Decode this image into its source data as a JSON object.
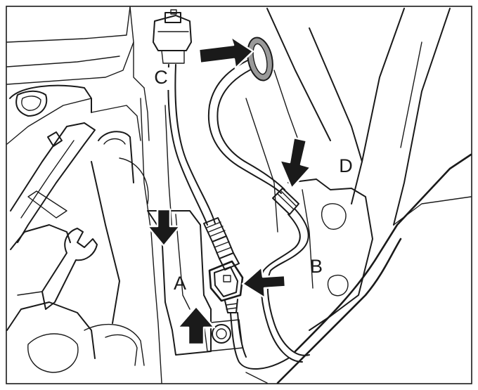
{
  "figure": {
    "callouts": {
      "a": "A",
      "b": "B",
      "c": "C",
      "d": "D"
    },
    "colors": {
      "line": "#1a1a1a",
      "grommet": "#9a9a9a",
      "background": "#ffffff"
    }
  }
}
